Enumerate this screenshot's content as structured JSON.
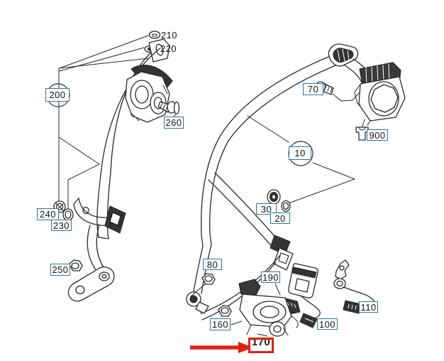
{
  "diagram": {
    "kind": "exploded-parts-diagram",
    "subject": "Seat belt assembly parts diagram (front and rear belt units)",
    "colors": {
      "background": "#ffffff",
      "line": "#2a2a2a",
      "callout_border": "#2878a0",
      "highlight": "#e0200f"
    },
    "callouts": {
      "c210": {
        "label": "210",
        "style": "plain",
        "depicts": "grommet"
      },
      "c220": {
        "label": "220",
        "style": "plain",
        "depicts": "washer"
      },
      "c200": {
        "label": "200",
        "style": "circled-box",
        "depicts": "left-belt-assembly"
      },
      "c260": {
        "label": "260",
        "style": "boxed",
        "depicts": "screw"
      },
      "c240": {
        "label": "240",
        "style": "boxed",
        "depicts": "nut"
      },
      "c230": {
        "label": "230",
        "style": "boxed",
        "depicts": "ring"
      },
      "c250": {
        "label": "250",
        "style": "boxed",
        "depicts": "anchor-plate"
      },
      "c70": {
        "label": "70",
        "style": "boxed",
        "depicts": "screw"
      },
      "c900": {
        "label": "900",
        "style": "boxed",
        "depicts": "clip"
      },
      "c10": {
        "label": "10",
        "style": "circled-box",
        "depicts": "right-belt-assembly"
      },
      "c30": {
        "label": "30",
        "style": "boxed",
        "depicts": "washer"
      },
      "c20": {
        "label": "20",
        "style": "boxed",
        "depicts": "ring"
      },
      "c80": {
        "label": "80",
        "style": "boxed",
        "depicts": "nut"
      },
      "c190": {
        "label": "190",
        "style": "boxed",
        "depicts": "wiring-pigtail"
      },
      "c160": {
        "label": "160",
        "style": "boxed",
        "depicts": "belt-pretensioner"
      },
      "c100": {
        "label": "100",
        "style": "boxed",
        "depicts": "buckle-with-cable"
      },
      "c110": {
        "label": "110",
        "style": "boxed",
        "depicts": "cable-end-fitting"
      },
      "c170": {
        "label": "170",
        "style": "highlighted-box",
        "depicts": "pretensioner-lower-unit"
      }
    },
    "annotation": {
      "type": "arrow",
      "color": "#e0200f",
      "target_label": "170"
    }
  }
}
